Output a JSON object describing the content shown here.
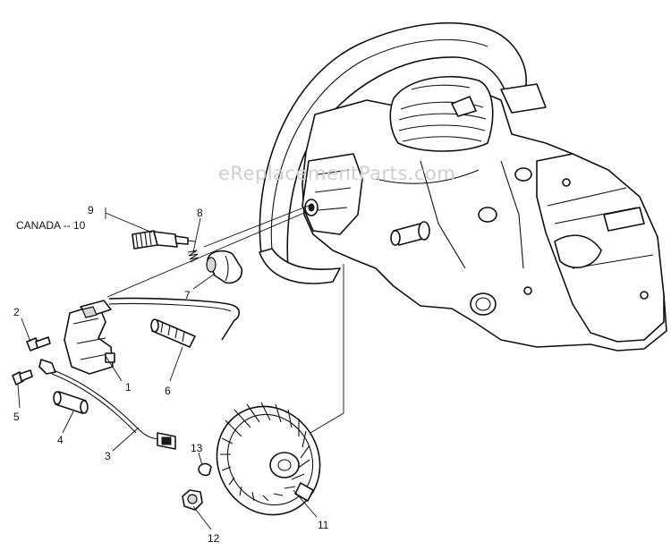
{
  "watermark": "eReplacementParts.com",
  "callouts": {
    "c1": "1",
    "c2": "2",
    "c3": "3",
    "c4": "4",
    "c5": "5",
    "c6": "6",
    "c7": "7",
    "c8": "8",
    "c9": "9",
    "c10": "CANADA -- 10",
    "c11": "11",
    "c12": "12",
    "c13": "13"
  },
  "colors": {
    "line": "#111111",
    "watermark": "#cfcfcf",
    "background": "#ffffff"
  }
}
